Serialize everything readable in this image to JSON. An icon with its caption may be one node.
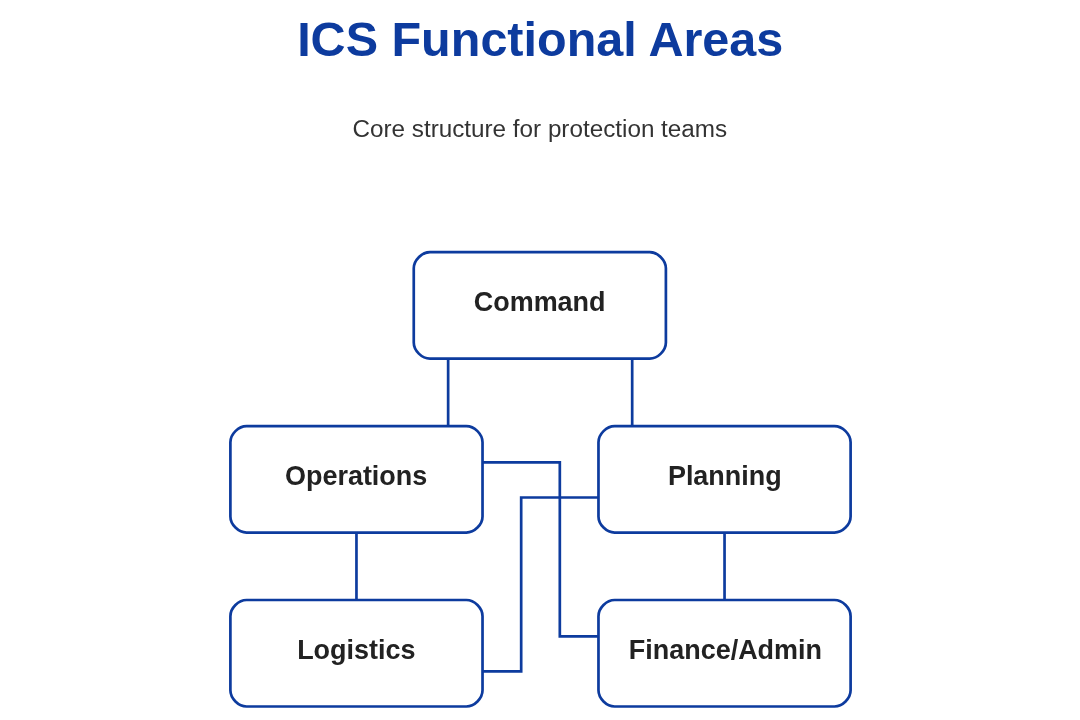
{
  "diagram": {
    "title": "ICS Functional Areas",
    "nodes": [
      {
        "text": [
          "Command"
        ]
      },
      {
        "text": [
          "Operations"
        ]
      },
      {
        "text": [
          "Planning"
        ]
      },
      {
        "text": [
          "Logistics"
        ]
      },
      {
        "text": [
          "Finance/Admin"
        ]
      }
    ],
    "edges": [
      {
        "from": 0,
        "to": 1,
        "arrow": "none"
      },
      {
        "from": 0,
        "to": 2,
        "arrow": "none"
      },
      {
        "from": 1,
        "to": 3,
        "arrow": "none"
      },
      {
        "from": 1,
        "to": 4,
        "arrow": "none"
      },
      {
        "from": 2,
        "to": 3,
        "arrow": "none"
      },
      {
        "from": 2,
        "to": 4,
        "arrow": "none"
      }
    ],
    "labels": [
      "Core structure for protection teams"
    ]
  }
}
